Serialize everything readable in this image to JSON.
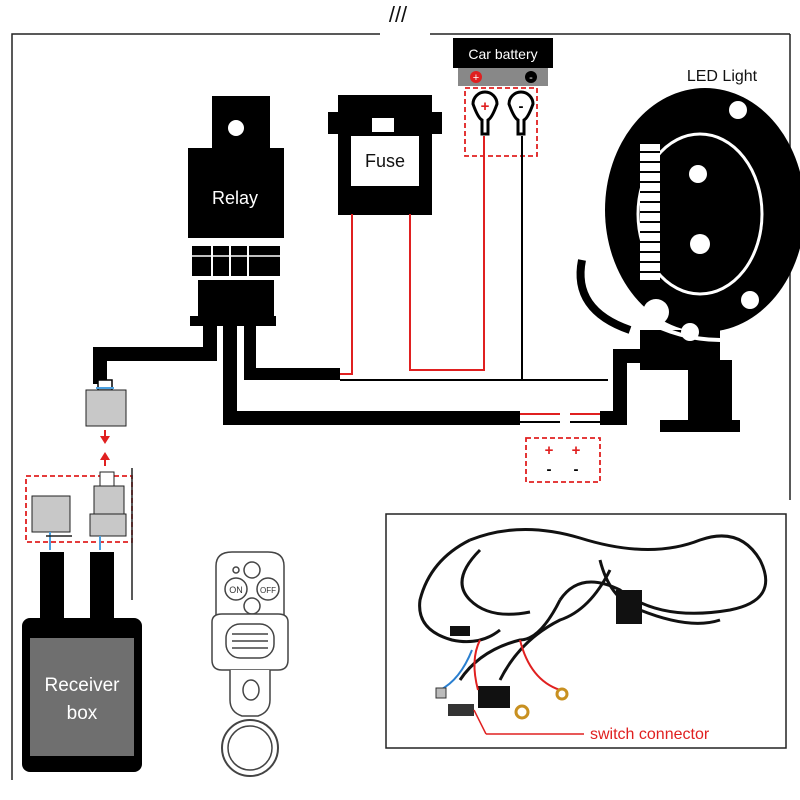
{
  "header_mark": "///",
  "labels": {
    "car_battery": "Car battery",
    "battery_plus": "+",
    "battery_minus": "-",
    "terminal_plus": "+",
    "terminal_minus": "-",
    "fuse": "Fuse",
    "relay": "Relay",
    "led_light": "LED Light",
    "receiver_box_line1": "Receiver",
    "receiver_box_line2": "box",
    "switch_connector": "switch connector",
    "remote_on": "ON",
    "remote_off": "OFF",
    "polarity_plus_1": "+",
    "polarity_plus_2": "+",
    "polarity_minus_1": "-",
    "polarity_minus_2": "-"
  },
  "colors": {
    "wire_black": "#111111",
    "wire_red": "#e02020",
    "dashed_box": "#e02020",
    "receiver_fill": "#6f6f6f",
    "frame": "#222222",
    "connector_fill": "#c8c8c8"
  }
}
